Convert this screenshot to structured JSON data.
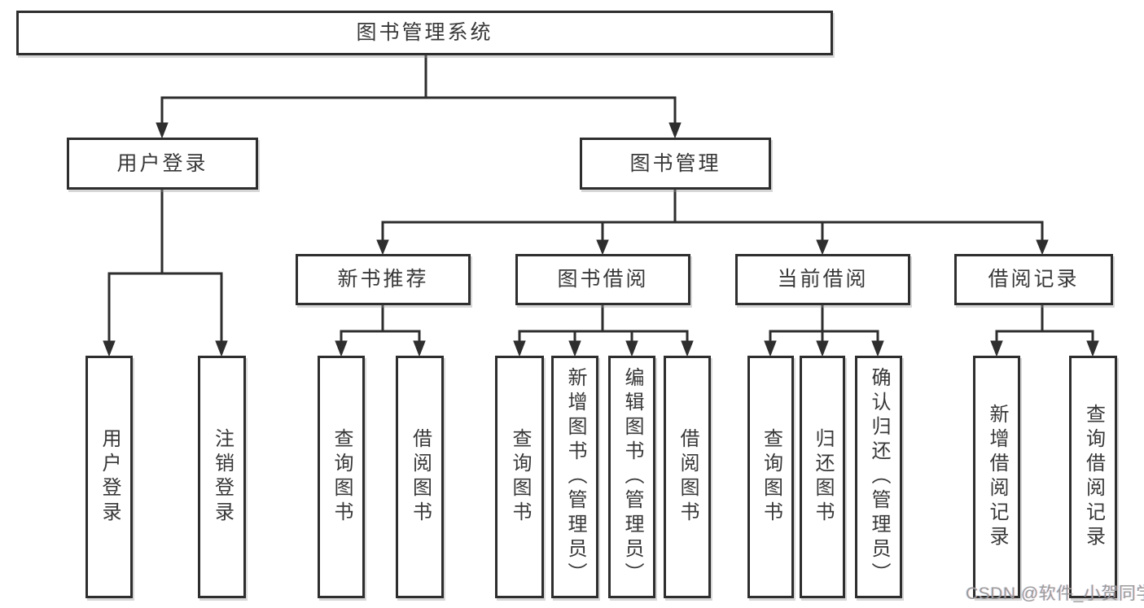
{
  "diagram": {
    "root": "图书管理系统",
    "branches": [
      {
        "label": "用户登录",
        "children": [
          {
            "label": "用户登录"
          },
          {
            "label": "注销登录"
          }
        ]
      },
      {
        "label": "图书管理",
        "children": [
          {
            "label": "新书推荐",
            "children": [
              {
                "label": "查询图书"
              },
              {
                "label": "借阅图书"
              }
            ]
          },
          {
            "label": "图书借阅",
            "children": [
              {
                "label": "查询图书"
              },
              {
                "label": "新增图书（管理员）"
              },
              {
                "label": "编辑图书（管理员）"
              },
              {
                "label": "借阅图书"
              }
            ]
          },
          {
            "label": "当前借阅",
            "children": [
              {
                "label": "查询图书"
              },
              {
                "label": "归还图书"
              },
              {
                "label": "确认归还（管理员）"
              }
            ]
          },
          {
            "label": "借阅记录",
            "children": [
              {
                "label": "新增借阅记录"
              },
              {
                "label": "查询借阅记录"
              }
            ]
          }
        ]
      }
    ]
  },
  "watermark": {
    "text": "CSDN @软件_小贺同学"
  },
  "colors": {
    "line": "#2e2e2e",
    "box_border": "#2e2e2e",
    "box_fill": "#ffffff",
    "text": "#383838",
    "watermark": "#9b9b9b",
    "background": "#ffffff"
  }
}
